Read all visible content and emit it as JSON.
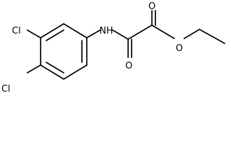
{
  "molecule": {
    "atoms": {
      "nh": "NH",
      "o_top": "O",
      "o_bottom": "O",
      "o_ester": "O",
      "cl_top": "Cl",
      "cl_bottom": "Cl"
    },
    "colors": {
      "bond": "#000000",
      "text": "#000000",
      "background": "#ffffff"
    }
  }
}
